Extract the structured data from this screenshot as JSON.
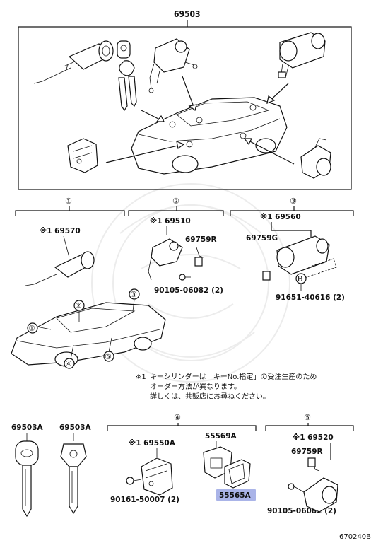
{
  "diagram": {
    "top_group_number": "69503",
    "section_markers": [
      "①",
      "②",
      "③",
      "④",
      "⑤"
    ],
    "section_letters": [
      "B"
    ],
    "parts": {
      "p1_ref": "※1 69570",
      "p2_ref": "※1 69510",
      "p2_a": "69759R",
      "p2_b": "90105-06082 (2)",
      "p3_ref": "※1 69560",
      "p3_a": "69759G",
      "p3_b": "91651-40616 (2)",
      "key_left": "69503A",
      "key_right": "69503A",
      "p4_ref": "※1 69550A",
      "p4_a": "90161-50007 (2)",
      "p4_b": "55569A",
      "p4_c": "55565A",
      "p5_ref": "※1 69520",
      "p5_a": "69759R",
      "p5_b": "90105-06082 (2)"
    },
    "note": {
      "mark": "※1",
      "line1": "キーシリンダーは「キーNo.指定」の受注生産のため",
      "line2": "オーダー方法が異なります。",
      "line3": "詳しくは、共販店にお尋ねください。"
    },
    "diagram_code": "670240B",
    "highlight_color": "#aab4e8"
  }
}
